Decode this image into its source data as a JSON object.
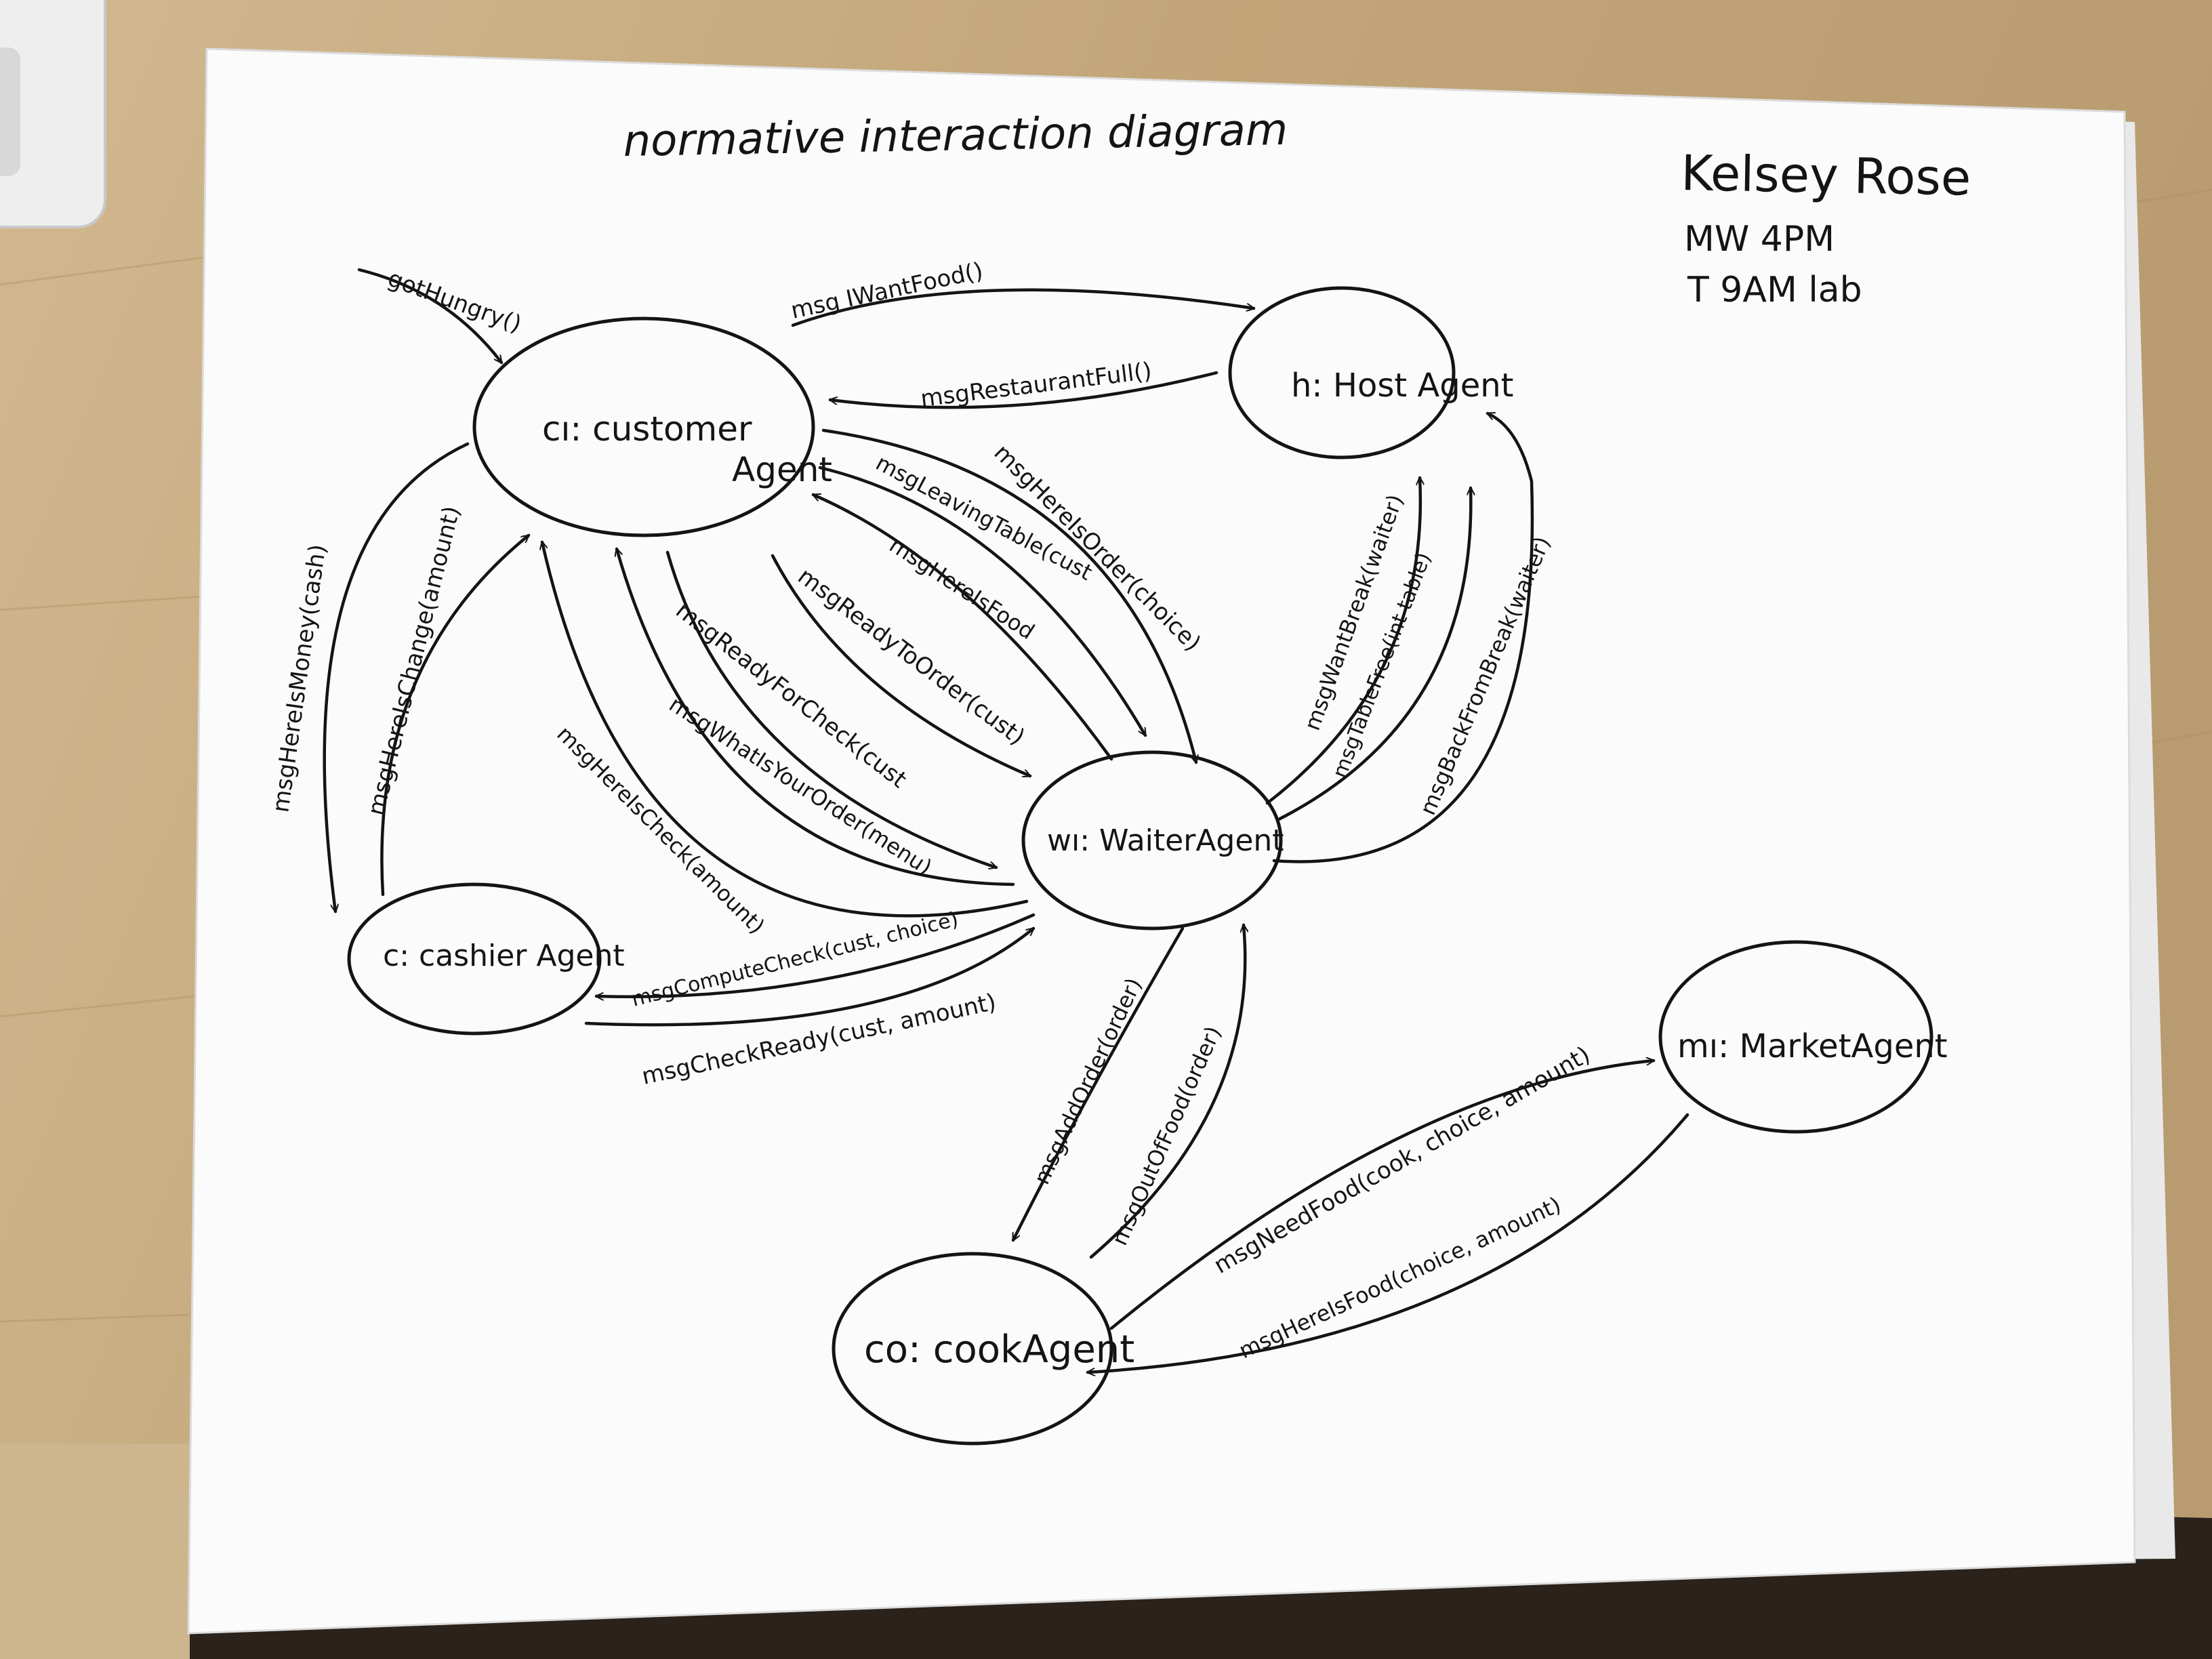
{
  "title": "normative interaction diagram",
  "author": {
    "name": "Kelsey Rose",
    "section_line1": "MW 4PM",
    "section_line2": "T 9AM lab"
  },
  "nodes": {
    "customer": {
      "line1": "cı: customer",
      "line2": "Agent"
    },
    "host": {
      "label": "h: Host Agent"
    },
    "waiter": {
      "label": "wı: WaiterAgent"
    },
    "cashier": {
      "label": "c: cashier Agent"
    },
    "cook": {
      "label": "co: cookAgent"
    },
    "market": {
      "label": "mı: MarketAgent"
    }
  },
  "messages": {
    "got_hungry": "gotHungry()",
    "i_want_food": "msg IWantFood()",
    "restaurant_full": "msgRestaurantFull()",
    "leaving_table": "msgLeavingTable(cust",
    "here_is_order": "msgHereIsOrder(choice)",
    "here_is_food_cust": "msgHereIsFood",
    "ready_to_order": "msgReadyToOrder(cust)",
    "ready_for_check": "msgReadyForCheck(cust",
    "what_is_your_order": "msgWhatIsYourOrder(menu)",
    "here_is_check": "msgHereIsCheck(amount)",
    "here_is_money": "msgHereIsMoney(cash)",
    "here_is_change": "msgHereIsChange(amount)",
    "compute_check": "msgComputeCheck(cust, choice)",
    "check_ready": "msgCheckReady(cust, amount)",
    "want_break": "msgWantBreak(waiter)",
    "table_free": "msgTableFree(int table)",
    "back_from_break": "msgBackFromBreak(waiter)",
    "add_order": "msgAddOrder(order)",
    "out_of_food": "msgOutOfFood(order)",
    "need_food": "msgNeedFood(cook, choice, amount)",
    "here_is_food_cook": "msgHereIsFood(choice, amount)"
  },
  "colors": {
    "ink": "#141414",
    "paper": "#fbfbfb",
    "desk": "#c4aa82"
  }
}
